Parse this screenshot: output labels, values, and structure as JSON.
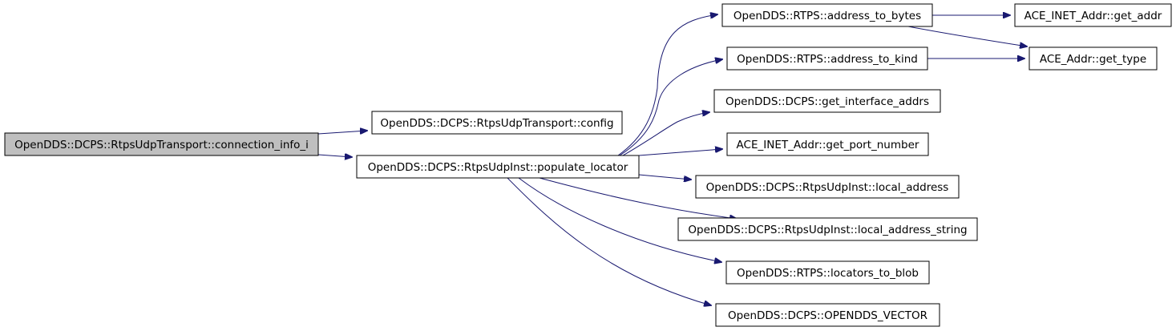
{
  "diagram": {
    "colors": {
      "edge": "#191970",
      "node_fill": "#ffffff",
      "root_fill": "#bfbfbf",
      "node_border": "#000000"
    },
    "nodes": [
      {
        "id": "root",
        "label": "OpenDDS::DCPS::RtpsUdpTransport::connection_info_i",
        "highlighted": true
      },
      {
        "id": "config",
        "label": "OpenDDS::DCPS::RtpsUdpTransport::config"
      },
      {
        "id": "populate",
        "label": "OpenDDS::DCPS::RtpsUdpInst::populate_locator"
      },
      {
        "id": "a2b",
        "label": "OpenDDS::RTPS::address_to_bytes"
      },
      {
        "id": "a2k",
        "label": "OpenDDS::RTPS::address_to_kind"
      },
      {
        "id": "gia",
        "label": "OpenDDS::DCPS::get_interface_addrs"
      },
      {
        "id": "gpn",
        "label": "ACE_INET_Addr::get_port_number"
      },
      {
        "id": "la",
        "label": "OpenDDS::DCPS::RtpsUdpInst::local_address"
      },
      {
        "id": "las",
        "label": "OpenDDS::DCPS::RtpsUdpInst::local_address_string"
      },
      {
        "id": "l2b",
        "label": "OpenDDS::RTPS::locators_to_blob"
      },
      {
        "id": "vec",
        "label": "OpenDDS::DCPS::OPENDDS_VECTOR"
      },
      {
        "id": "iga",
        "label": "ACE_INET_Addr::get_addr"
      },
      {
        "id": "gt",
        "label": "ACE_Addr::get_type"
      }
    ],
    "edges": [
      {
        "from": "root",
        "to": "config"
      },
      {
        "from": "root",
        "to": "populate"
      },
      {
        "from": "populate",
        "to": "a2b"
      },
      {
        "from": "populate",
        "to": "a2k"
      },
      {
        "from": "populate",
        "to": "gia"
      },
      {
        "from": "populate",
        "to": "gpn"
      },
      {
        "from": "populate",
        "to": "la"
      },
      {
        "from": "populate",
        "to": "las"
      },
      {
        "from": "populate",
        "to": "l2b"
      },
      {
        "from": "populate",
        "to": "vec"
      },
      {
        "from": "a2b",
        "to": "iga"
      },
      {
        "from": "a2b",
        "to": "gt"
      },
      {
        "from": "a2k",
        "to": "gt"
      }
    ]
  }
}
